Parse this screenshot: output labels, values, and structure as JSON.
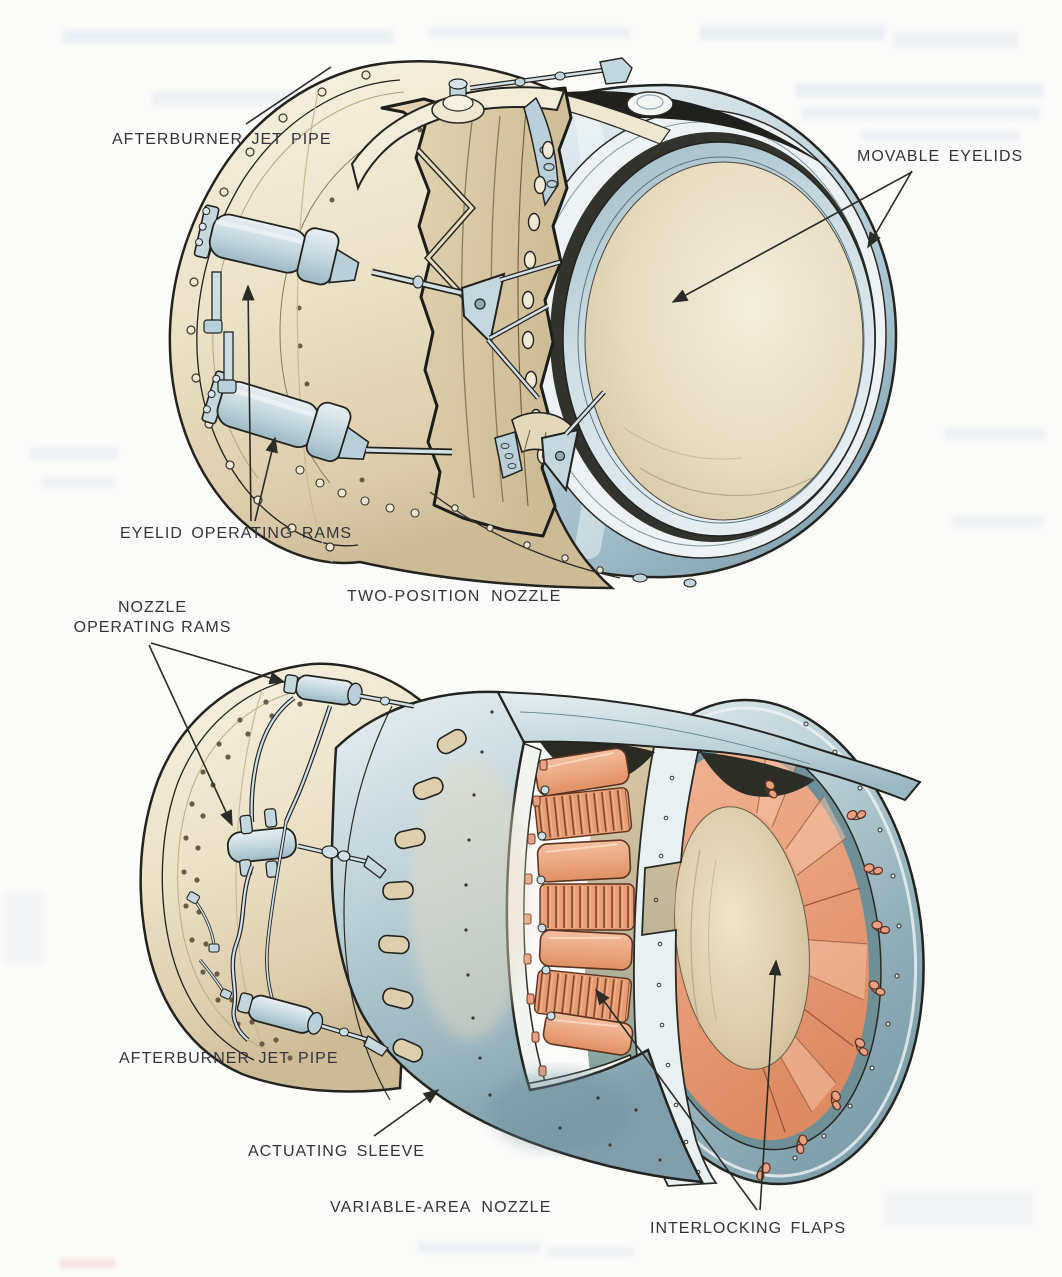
{
  "page": {
    "type": "technical cutaway illustration of afterburner jet-pipe nozzles",
    "background": "#fbfbf9"
  },
  "labels": {
    "top_afterburner_jet_pipe": "AFTERBURNER JET PIPE",
    "movable_eyelids": "MOVABLE EYELIDS",
    "eyelid_operating_rams": "EYELID OPERATING RAMS",
    "two_position_nozzle": "TWO-POSITION NOZZLE",
    "nozzle_operating_rams_line1": "NOZZLE",
    "nozzle_operating_rams_line2": "OPERATING RAMS",
    "bottom_afterburner_jet_pipe": "AFTERBURNER JET PIPE",
    "actuating_sleeve": "ACTUATING SLEEVE",
    "variable_area_nozzle": "VARIABLE-AREA NOZZLE",
    "interlocking_flaps": "INTERLOCKING FLAPS"
  },
  "colors": {
    "outline": "#26261f",
    "label_text": "#34343a",
    "cream_body": "#ebe1c6",
    "cream_shadow": "#d6c5a2",
    "steel_light": "#e6eef0",
    "steel_mid": "#b3cbd6",
    "steel_dark": "#8fadbb",
    "flap_salmon": "#e89e74",
    "flap_salmon_light": "#f4bf9f",
    "flap_salmon_dark": "#d57e58"
  }
}
